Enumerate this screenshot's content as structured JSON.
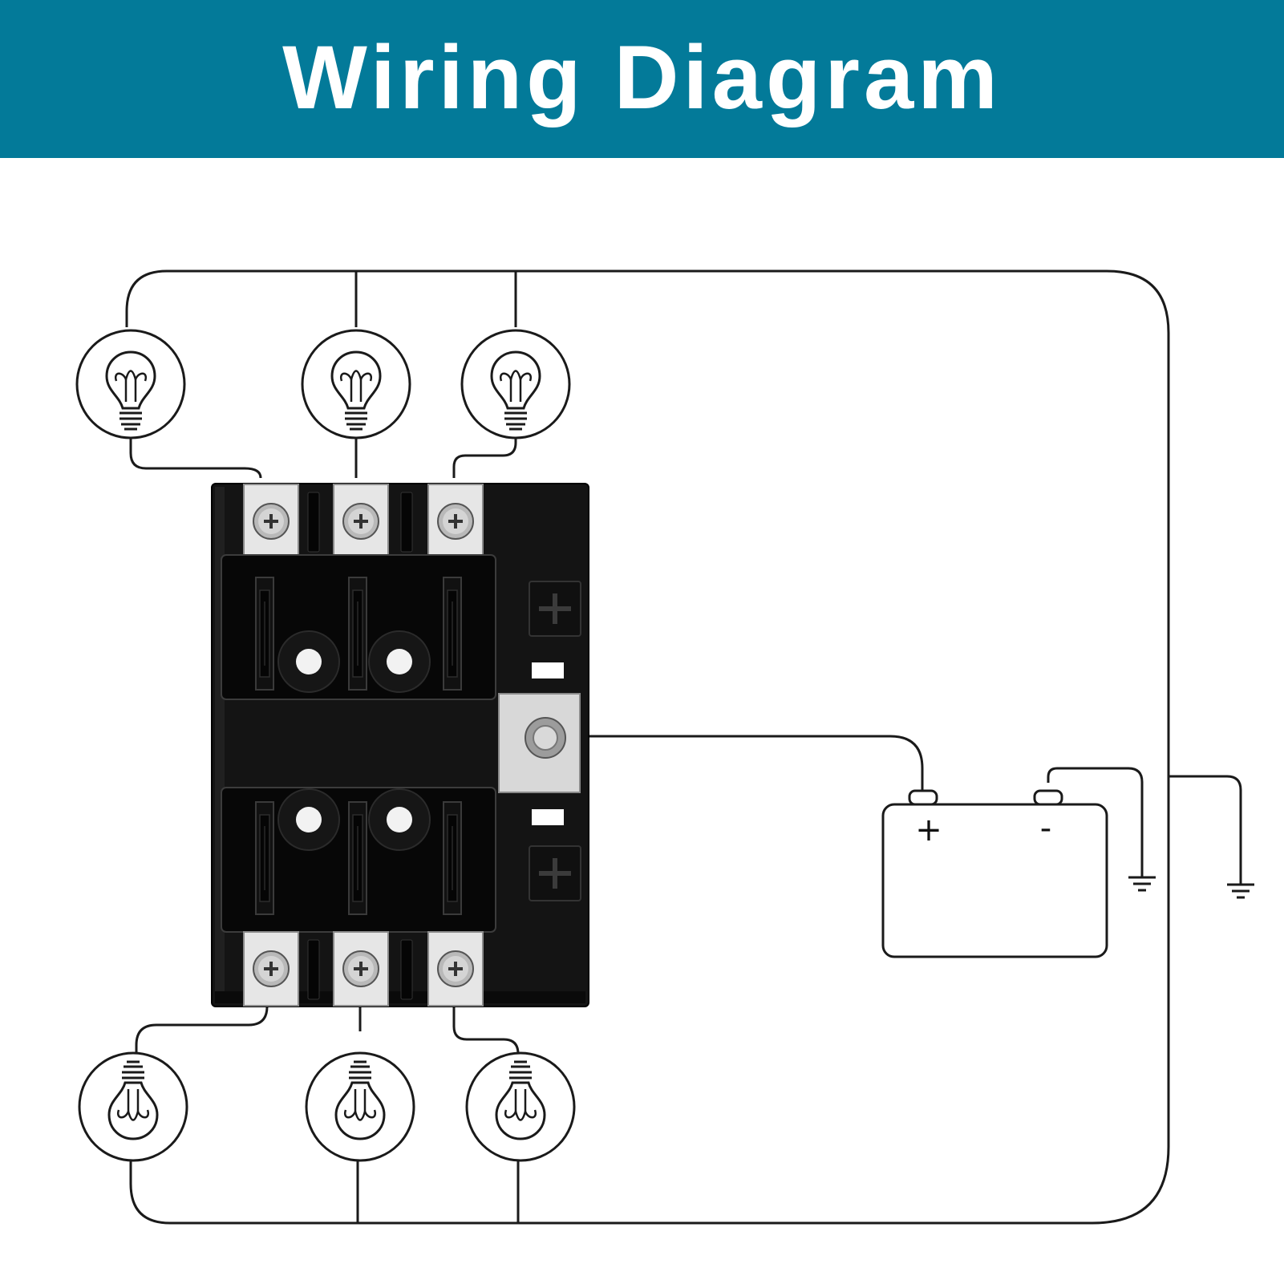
{
  "header": {
    "title": "Wiring Diagram",
    "background_color": "#037a99",
    "text_color": "#ffffff"
  },
  "diagram": {
    "components": {
      "fuse_box": "fuse-box-icon",
      "bulbs": 6,
      "battery": "battery-icon",
      "grounds": 2
    },
    "battery": {
      "positive_label": "+",
      "negative_label": "-"
    }
  }
}
